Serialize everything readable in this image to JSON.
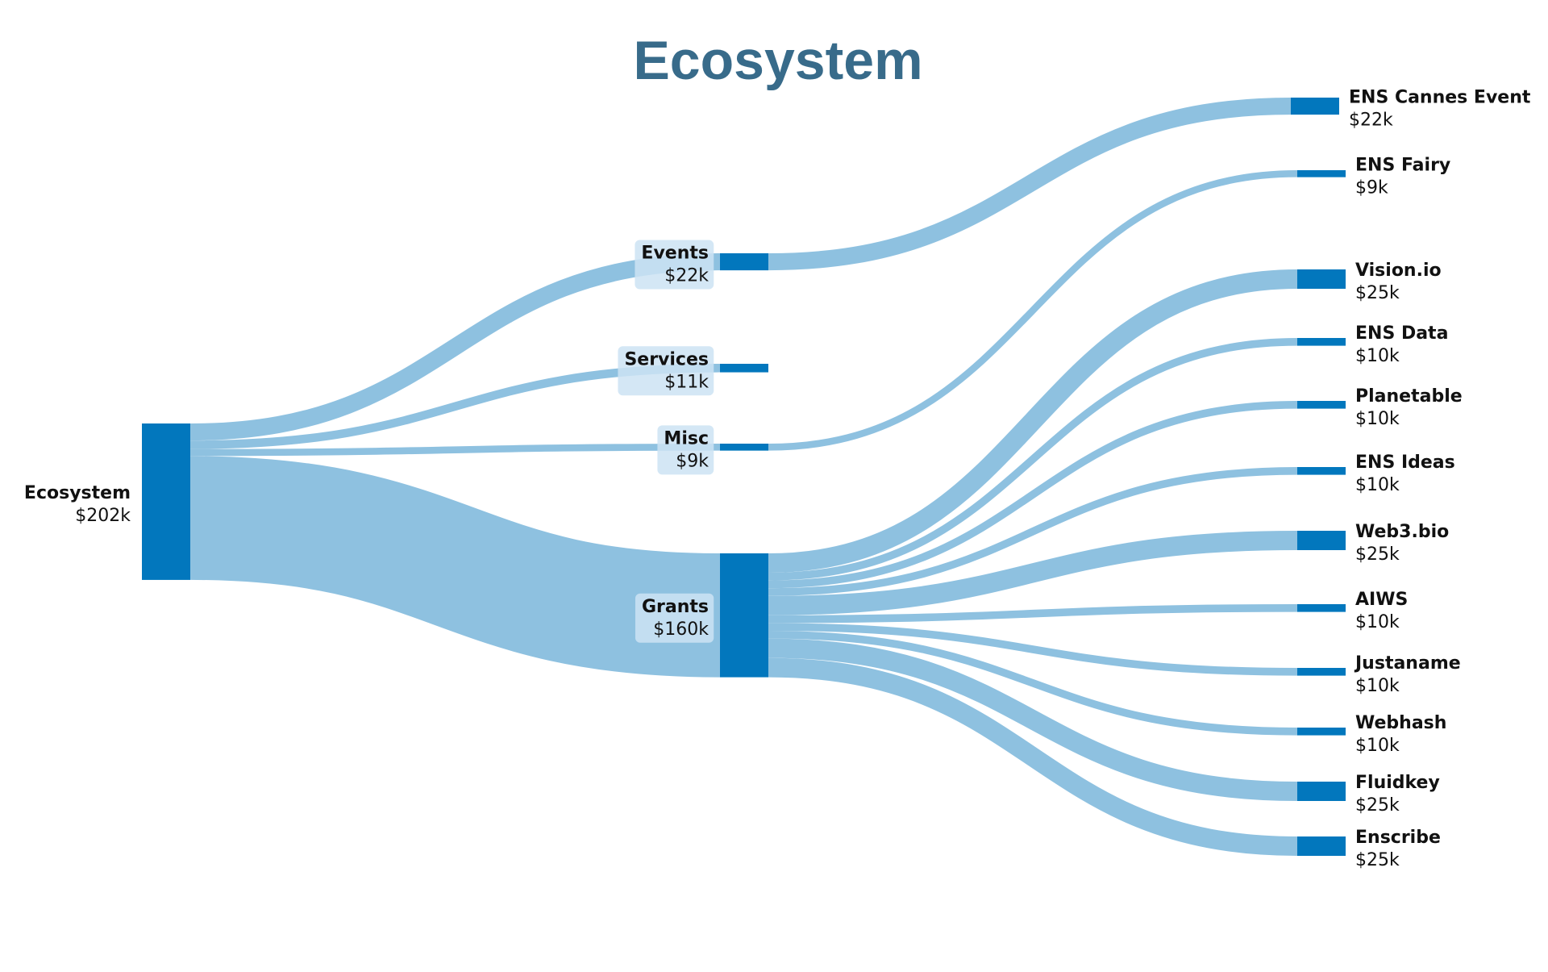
{
  "title": "Ecosystem",
  "colors": {
    "title": "#386b8a",
    "node": "#0277bd",
    "link": "#8ec1e0",
    "label_bg": "#cce3f3"
  },
  "chart_data": {
    "type": "sankey",
    "title": "Ecosystem",
    "nodes": [
      {
        "id": "ecosystem",
        "name": "Ecosystem",
        "value_label": "$202k",
        "value": 202
      },
      {
        "id": "events",
        "name": "Events",
        "value_label": "$22k",
        "value": 22
      },
      {
        "id": "services",
        "name": "Services",
        "value_label": "$11k",
        "value": 11
      },
      {
        "id": "misc",
        "name": "Misc",
        "value_label": "$9k",
        "value": 9
      },
      {
        "id": "grants",
        "name": "Grants",
        "value_label": "$160k",
        "value": 160
      },
      {
        "id": "ens-cannes-event",
        "name": "ENS Cannes Event",
        "value_label": "$22k",
        "value": 22
      },
      {
        "id": "ens-fairy",
        "name": "ENS Fairy",
        "value_label": "$9k",
        "value": 9
      },
      {
        "id": "vision-io",
        "name": "Vision.io",
        "value_label": "$25k",
        "value": 25
      },
      {
        "id": "ens-data",
        "name": "ENS Data",
        "value_label": "$10k",
        "value": 10
      },
      {
        "id": "planetable",
        "name": "Planetable",
        "value_label": "$10k",
        "value": 10
      },
      {
        "id": "ens-ideas",
        "name": "ENS Ideas",
        "value_label": "$10k",
        "value": 10
      },
      {
        "id": "web3-bio",
        "name": "Web3.bio",
        "value_label": "$25k",
        "value": 25
      },
      {
        "id": "aiws",
        "name": "AIWS",
        "value_label": "$10k",
        "value": 10
      },
      {
        "id": "justaname",
        "name": "Justaname",
        "value_label": "$10k",
        "value": 10
      },
      {
        "id": "webhash",
        "name": "Webhash",
        "value_label": "$10k",
        "value": 10
      },
      {
        "id": "fluidkey",
        "name": "Fluidkey",
        "value_label": "$25k",
        "value": 25
      },
      {
        "id": "enscribe",
        "name": "Enscribe",
        "value_label": "$25k",
        "value": 25
      }
    ],
    "links": [
      {
        "source": "ecosystem",
        "target": "events",
        "value": 22
      },
      {
        "source": "ecosystem",
        "target": "services",
        "value": 11
      },
      {
        "source": "ecosystem",
        "target": "misc",
        "value": 9
      },
      {
        "source": "ecosystem",
        "target": "grants",
        "value": 160
      },
      {
        "source": "events",
        "target": "ens-cannes-event",
        "value": 22
      },
      {
        "source": "misc",
        "target": "ens-fairy",
        "value": 9
      },
      {
        "source": "grants",
        "target": "vision-io",
        "value": 25
      },
      {
        "source": "grants",
        "target": "ens-data",
        "value": 10
      },
      {
        "source": "grants",
        "target": "planetable",
        "value": 10
      },
      {
        "source": "grants",
        "target": "ens-ideas",
        "value": 10
      },
      {
        "source": "grants",
        "target": "web3-bio",
        "value": 25
      },
      {
        "source": "grants",
        "target": "aiws",
        "value": 10
      },
      {
        "source": "grants",
        "target": "justaname",
        "value": 10
      },
      {
        "source": "grants",
        "target": "webhash",
        "value": 10
      },
      {
        "source": "grants",
        "target": "fluidkey",
        "value": 25
      },
      {
        "source": "grants",
        "target": "enscribe",
        "value": 25
      }
    ]
  }
}
